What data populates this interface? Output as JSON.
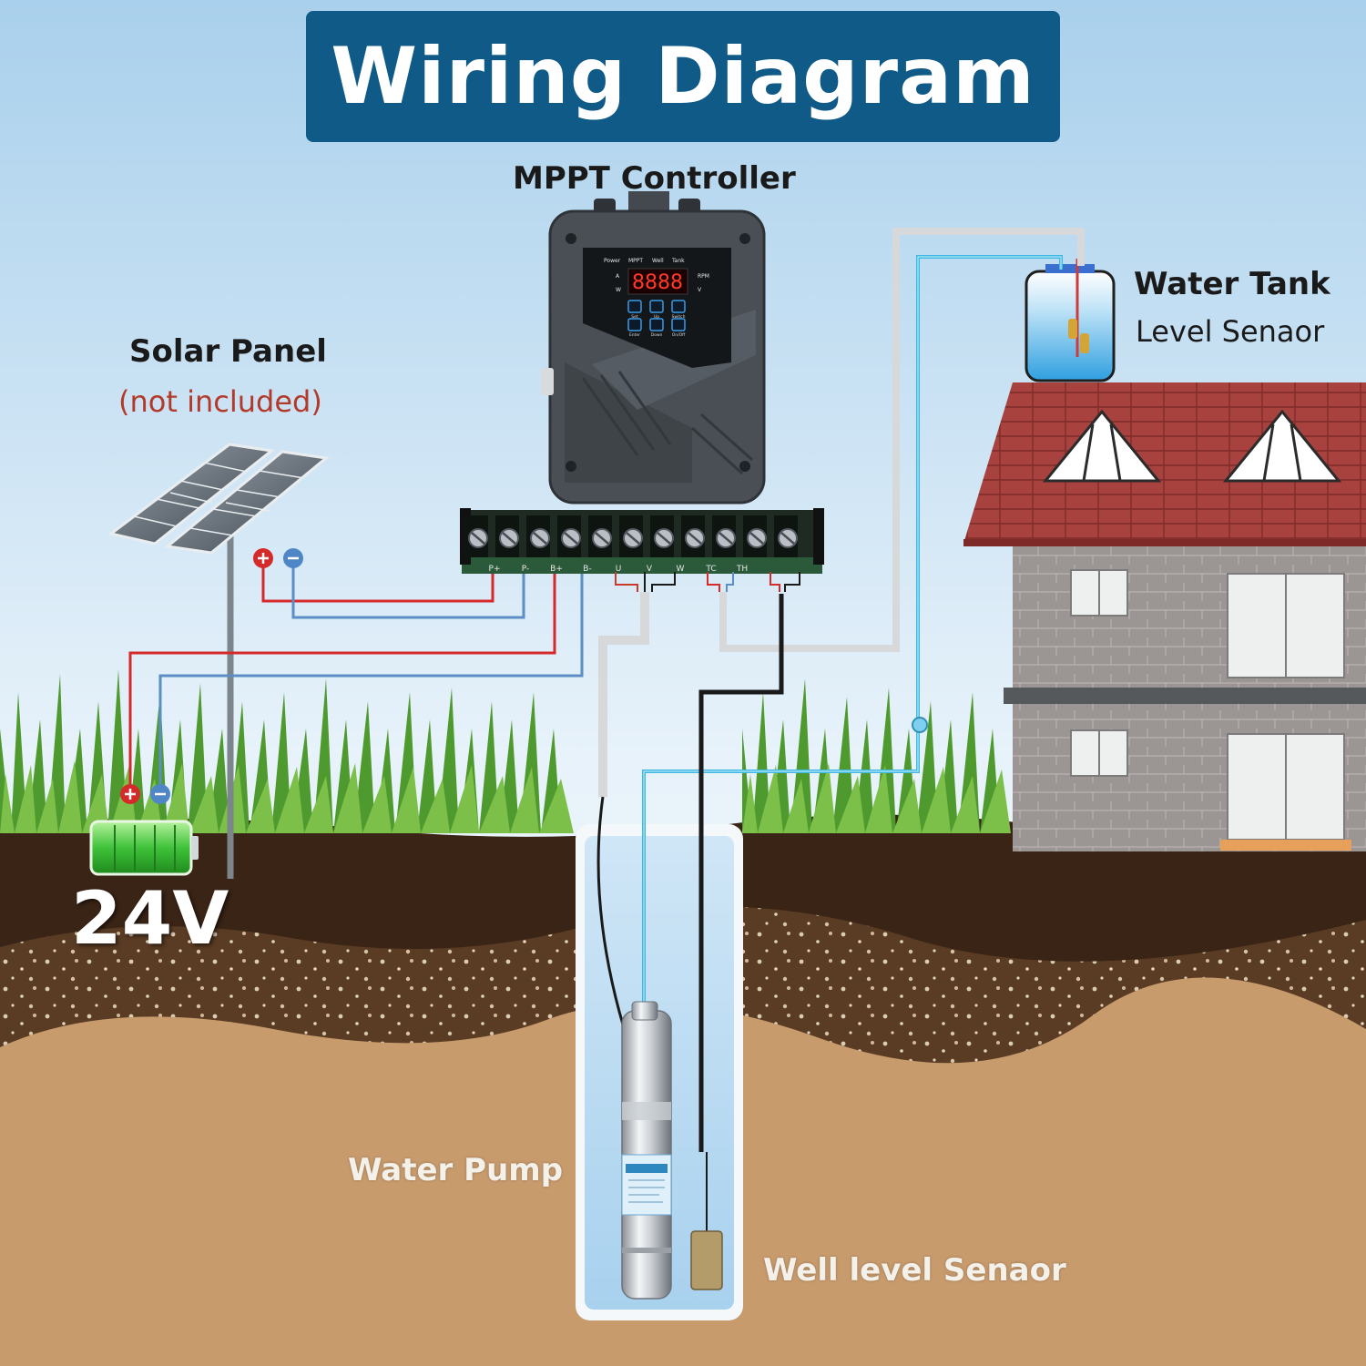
{
  "title": "Wiring Diagram",
  "labels": {
    "mppt_controller": "MPPT Controller",
    "solar_panel": "Solar Panel",
    "solar_panel_note": "(not included)",
    "water_tank": "Water Tank",
    "tank_level_sensor": "Level Senaor",
    "voltage": "24V",
    "water_pump": "Water Pump",
    "well_level_sensor": "Well level Senaor"
  },
  "controller": {
    "status_labels": [
      "Power",
      "MPPT",
      "Well",
      "Tank"
    ],
    "unit_left": [
      "A",
      "W"
    ],
    "unit_right": [
      "RPM",
      "V"
    ],
    "display": "8888",
    "buttons": [
      "Set",
      "Up",
      "Switch",
      "Enter",
      "Down",
      "On/Off"
    ]
  },
  "terminals": [
    "P+",
    "P-",
    "B+",
    "B-",
    "U",
    "V",
    "W",
    "TC",
    "TH",
    "",
    ""
  ],
  "colors": {
    "banner": "#0f5a87",
    "wire_red": "#d42a2a",
    "wire_blue": "#5a8ec4",
    "pipe_cyan": "#3fb7e0",
    "grass": "#4f9a2e",
    "battery": "#3fc23a"
  }
}
